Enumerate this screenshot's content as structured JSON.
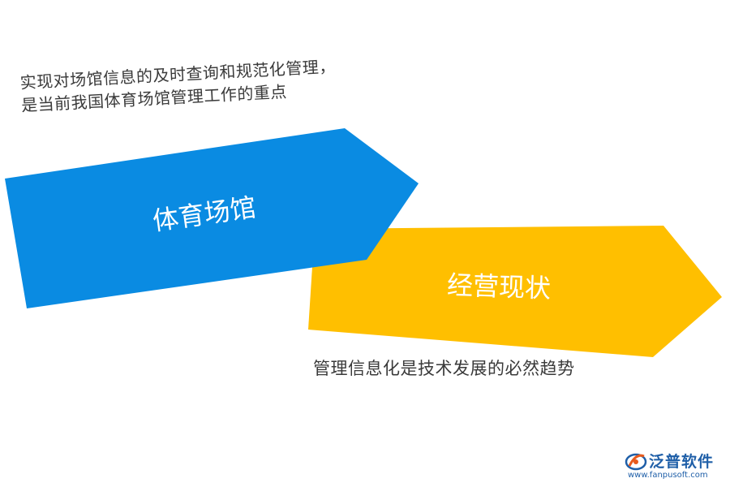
{
  "captions": {
    "top_line1": "实现对场馆信息的及时查询和规范化管理，",
    "top_line2": "是当前我国体育场馆管理工作的重点",
    "bottom": "管理信息化是技术发展的必然趋势"
  },
  "arrows": [
    {
      "label": "体育场馆",
      "color": "#0a8be2"
    },
    {
      "label": "经营现状",
      "color": "#ffbf00"
    }
  ],
  "logo": {
    "name": "泛普软件",
    "url": "www.fanpusoft.com",
    "icon": "fanpu-logo-icon",
    "brand_color": "#1f5fa8",
    "accent_color": "#e85a1c"
  }
}
